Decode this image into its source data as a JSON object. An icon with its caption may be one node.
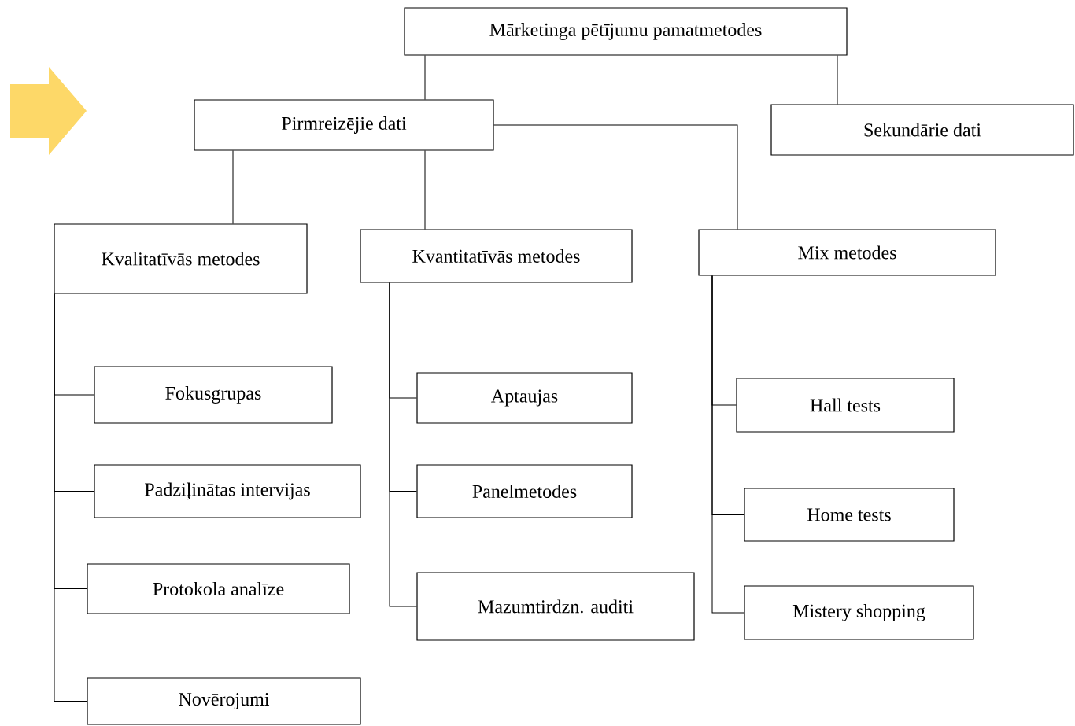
{
  "diagram": {
    "nodes": [
      {
        "text": [
          "Mārketinga pētījumu pamatmetodes"
        ]
      },
      {
        "text": [
          "Pirmreizējie dati"
        ]
      },
      {
        "text": [
          "Sekundārie dati"
        ]
      },
      {
        "text": [
          "Kvalitatīvās metodes"
        ]
      },
      {
        "text": [
          "Kvantitatīvās metodes"
        ]
      },
      {
        "text": [
          "Mix metodes"
        ]
      },
      {
        "text": [
          "Fokusgrupas"
        ]
      },
      {
        "text": [
          "Padziļinātas intervijas"
        ]
      },
      {
        "text": [
          "Protokola analīze"
        ]
      },
      {
        "text": [
          "Novērojumi"
        ]
      },
      {
        "text": [
          "Aptaujas"
        ]
      },
      {
        "text": [
          "Panelmetodes"
        ]
      },
      {
        "text": [
          "Mazumtirdzn. auditi"
        ]
      },
      {
        "text": [
          "Hall tests"
        ]
      },
      {
        "text": [
          "Home tests"
        ]
      },
      {
        "text": [
          "Mistery shopping"
        ]
      }
    ],
    "edges": [
      {
        "from": 0,
        "to": 1,
        "arrow": "none"
      },
      {
        "from": 0,
        "to": 2,
        "arrow": "none"
      },
      {
        "from": 1,
        "to": 3,
        "arrow": "none"
      },
      {
        "from": 1,
        "to": 4,
        "arrow": "none"
      },
      {
        "from": 1,
        "to": 5,
        "arrow": "none"
      },
      {
        "from": 3,
        "to": 6,
        "arrow": "none"
      },
      {
        "from": 3,
        "to": 7,
        "arrow": "none"
      },
      {
        "from": 3,
        "to": 8,
        "arrow": "none"
      },
      {
        "from": 3,
        "to": 9,
        "arrow": "none"
      },
      {
        "from": 4,
        "to": 10,
        "arrow": "none"
      },
      {
        "from": 4,
        "to": 11,
        "arrow": "none"
      },
      {
        "from": 4,
        "to": 12,
        "arrow": "none"
      },
      {
        "from": 5,
        "to": 13,
        "arrow": "none"
      },
      {
        "from": 5,
        "to": 14,
        "arrow": "none"
      },
      {
        "from": 5,
        "to": 15,
        "arrow": "none"
      }
    ]
  }
}
